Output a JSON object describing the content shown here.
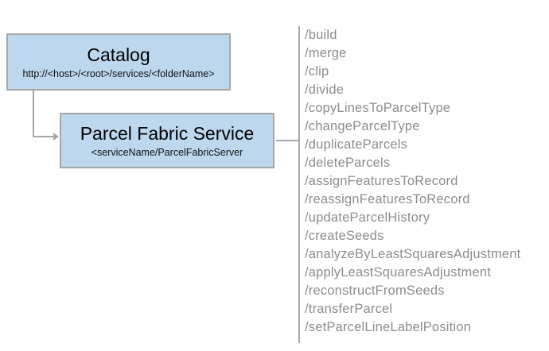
{
  "diagram": {
    "catalog_box": {
      "title": "Catalog",
      "subtitle": "http://<host>/<root>/services/<folderName>"
    },
    "service_box": {
      "title": "Parcel Fabric Service",
      "subtitle": "<serviceName/ParcelFabricServer"
    },
    "endpoints": [
      "/build",
      "/merge",
      "/clip",
      "/divide",
      "/copyLinesToParcelType",
      "/changeParcelType",
      "/duplicateParcels",
      "/deleteParcels",
      "/assignFeaturesToRecord",
      "/reassignFeaturesToRecord",
      "/updateParcelHistory",
      "/createSeeds",
      "/analyzeByLeastSquaresAdjustment",
      "/applyLeastSquaresAdjustment",
      "/reconstructFromSeeds",
      "/transferParcel",
      "/setParcelLineLabelPosition"
    ],
    "colors": {
      "box_fill": "#BDD7EE",
      "box_border": "#A6A6A6",
      "connector": "#A6A6A6",
      "separator": "#A6A6A6",
      "endpoint_text": "#8C8C8C",
      "title_text": "#000000"
    }
  }
}
